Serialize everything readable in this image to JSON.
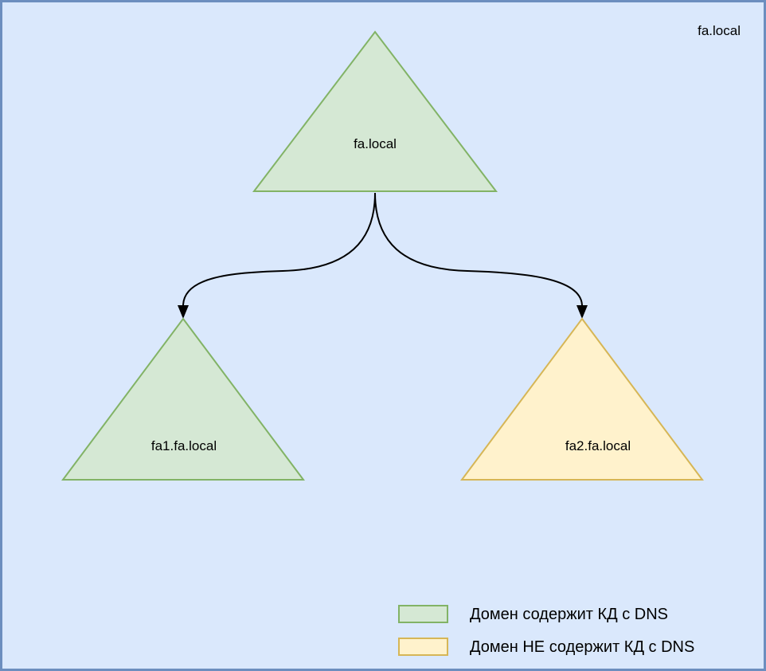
{
  "frame": {
    "corner_label": "fa.local"
  },
  "nodes": {
    "root": {
      "label": "fa.local"
    },
    "child_left": {
      "label": "fa1.fa.local"
    },
    "child_right": {
      "label": "fa2.fa.local"
    }
  },
  "legend": {
    "items": [
      {
        "label": "Домен содержит КД с DNS",
        "fill": "#d5e8d4",
        "stroke": "#82b366"
      },
      {
        "label": "Домен НЕ содержит КД с DNS",
        "fill": "#fff2cc",
        "stroke": "#d6b656"
      }
    ]
  },
  "colors": {
    "background": "#dae8fc",
    "frame_border": "#6c8ebf",
    "green_fill": "#d5e8d4",
    "green_stroke": "#82b366",
    "yellow_fill": "#fff2cc",
    "yellow_stroke": "#d6b656",
    "arrow": "#000000"
  }
}
